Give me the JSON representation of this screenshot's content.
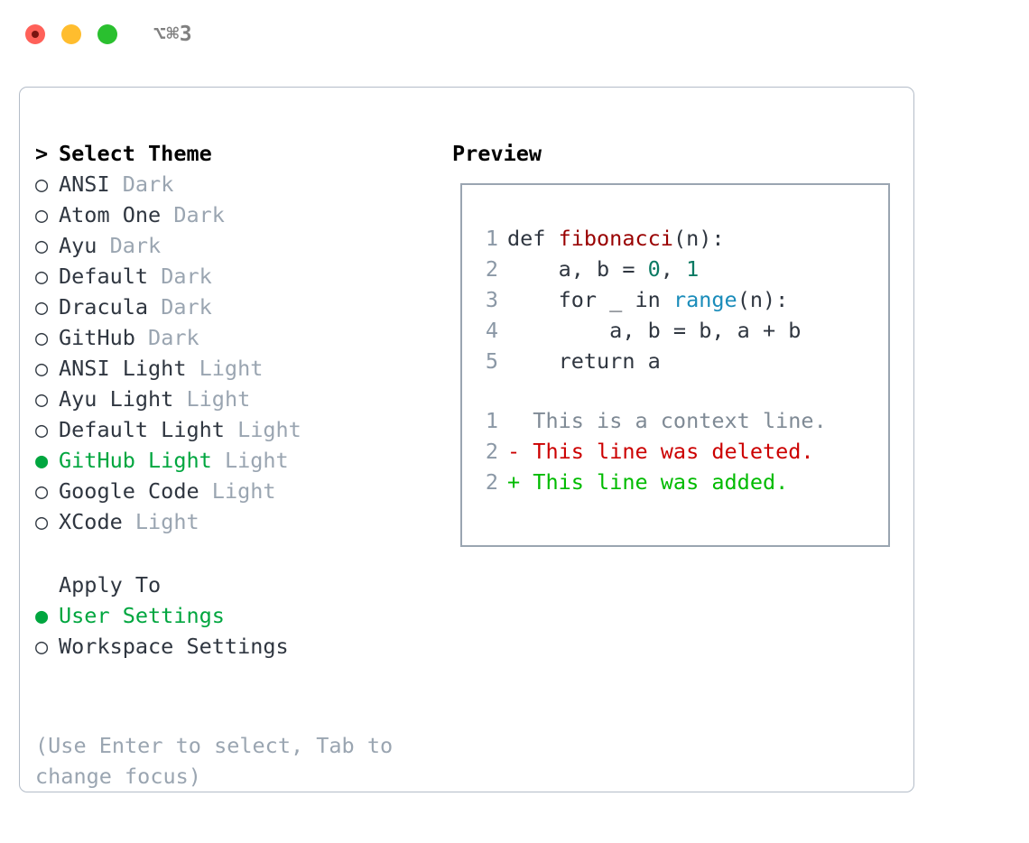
{
  "window": {
    "shortcut": "⌥⌘3",
    "traffic_lights": [
      {
        "name": "close",
        "color": "#ff6159"
      },
      {
        "name": "minimize",
        "color": "#ffbd2e"
      },
      {
        "name": "maximize",
        "color": "#2ac02f"
      }
    ]
  },
  "theme_picker": {
    "header": {
      "marker": ">",
      "label": "Select Theme"
    },
    "items": [
      {
        "marker": "○",
        "name": "ANSI",
        "variant": "Dark",
        "selected": false
      },
      {
        "marker": "○",
        "name": "Atom One",
        "variant": "Dark",
        "selected": false
      },
      {
        "marker": "○",
        "name": "Ayu",
        "variant": "Dark",
        "selected": false
      },
      {
        "marker": "○",
        "name": "Default",
        "variant": "Dark",
        "selected": false
      },
      {
        "marker": "○",
        "name": "Dracula",
        "variant": "Dark",
        "selected": false
      },
      {
        "marker": "○",
        "name": "GitHub",
        "variant": "Dark",
        "selected": false
      },
      {
        "marker": "○",
        "name": "ANSI Light",
        "variant": "Light",
        "selected": false
      },
      {
        "marker": "○",
        "name": "Ayu Light",
        "variant": "Light",
        "selected": false
      },
      {
        "marker": "○",
        "name": "Default Light",
        "variant": "Light",
        "selected": false
      },
      {
        "marker": "●",
        "name": "GitHub Light",
        "variant": "Light",
        "selected": true
      },
      {
        "marker": "○",
        "name": "Google Code",
        "variant": "Light",
        "selected": false
      },
      {
        "marker": "○",
        "name": "XCode",
        "variant": "Light",
        "selected": false
      }
    ]
  },
  "apply_to": {
    "header": "Apply To",
    "items": [
      {
        "marker": "●",
        "label": "User Settings",
        "selected": true
      },
      {
        "marker": "○",
        "label": "Workspace Settings",
        "selected": false
      }
    ]
  },
  "hint": "(Use Enter to select, Tab to change focus)",
  "preview": {
    "title": "Preview",
    "code_lines": [
      {
        "number": "1",
        "tokens": [
          {
            "text": "def ",
            "kind": "plain"
          },
          {
            "text": "fibonacci",
            "kind": "function"
          },
          {
            "text": "(n):",
            "kind": "plain"
          }
        ]
      },
      {
        "number": "2",
        "tokens": [
          {
            "text": "    a, b = ",
            "kind": "plain"
          },
          {
            "text": "0",
            "kind": "number"
          },
          {
            "text": ", ",
            "kind": "plain"
          },
          {
            "text": "1",
            "kind": "number"
          }
        ]
      },
      {
        "number": "3",
        "tokens": [
          {
            "text": "    for _ in ",
            "kind": "plain"
          },
          {
            "text": "range",
            "kind": "builtin"
          },
          {
            "text": "(n):",
            "kind": "plain"
          }
        ]
      },
      {
        "number": "4",
        "tokens": [
          {
            "text": "        a, b = b, a + b",
            "kind": "plain"
          }
        ]
      },
      {
        "number": "5",
        "tokens": [
          {
            "text": "    return a",
            "kind": "plain"
          }
        ]
      }
    ],
    "diff_lines": [
      {
        "number": "1",
        "sign": " ",
        "text": " This is a context line.",
        "kind": "context"
      },
      {
        "number": "2",
        "sign": "-",
        "text": " This line was deleted.",
        "kind": "deletion"
      },
      {
        "number": "2",
        "sign": "+",
        "text": " This line was added.",
        "kind": "addition"
      }
    ]
  },
  "colors": {
    "selected_green": "#00a63f",
    "variant_gray": "#9aa5b1",
    "function_red": "#990000",
    "number_teal": "#0b7a63",
    "builtin_blue": "#1a8cba",
    "diff_delete": "#cc0000",
    "diff_add": "#00bb00",
    "border": "#9aa5b1"
  }
}
